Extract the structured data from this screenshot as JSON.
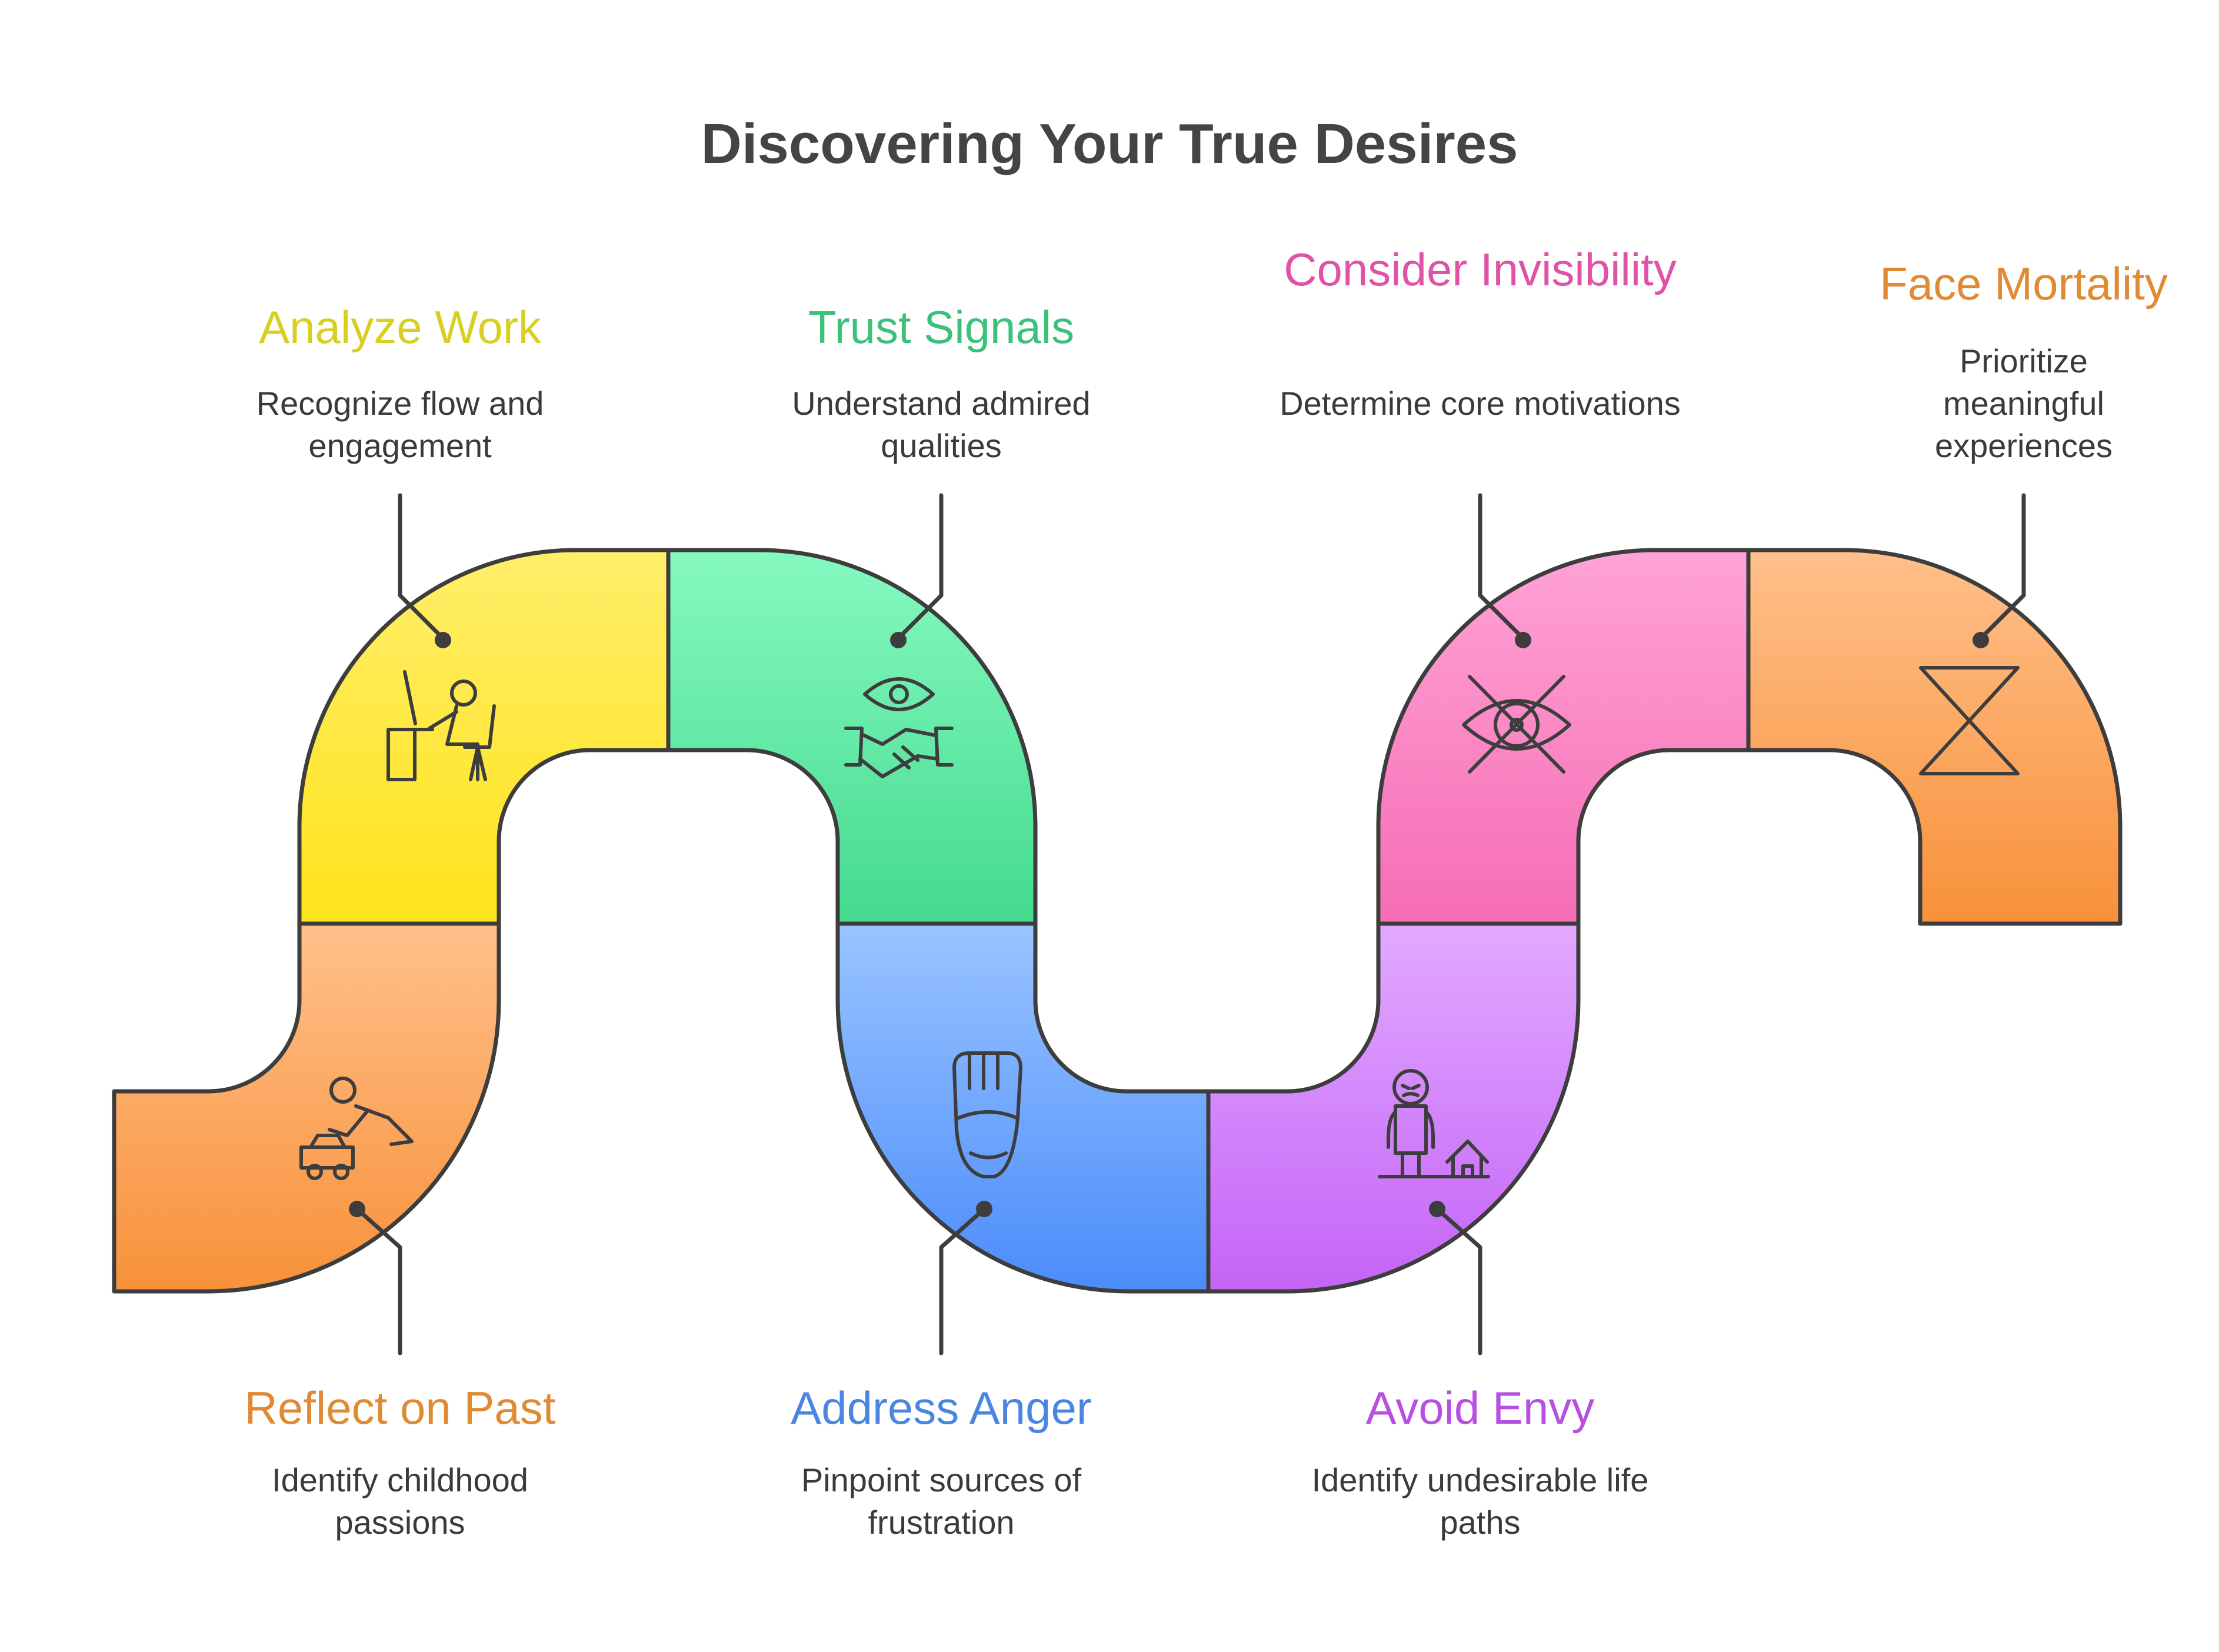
{
  "title": "Discovering Your True Desires",
  "steps": [
    {
      "id": "reflect-on-past",
      "title": "Reflect on Past",
      "description": "Identify childhood passions",
      "color": "#E08A33",
      "icon": "child-playing-icon"
    },
    {
      "id": "analyze-work",
      "title": "Analyze Work",
      "description": "Recognize flow and engagement",
      "color": "#D8CF21",
      "icon": "person-at-desk-icon"
    },
    {
      "id": "trust-signals",
      "title": "Trust Signals",
      "description": "Understand admired qualities",
      "color": "#3CC07A",
      "icon": "eye-handshake-icon"
    },
    {
      "id": "address-anger",
      "title": "Address Anger",
      "description": "Pinpoint sources of frustration",
      "color": "#4A86E0",
      "icon": "clenched-fist-icon"
    },
    {
      "id": "avoid-envy",
      "title": "Avoid Envy",
      "description": "Identify undesirable life paths",
      "color": "#B74FE3",
      "icon": "envious-person-icon"
    },
    {
      "id": "consider-invisibility",
      "title": "Consider Invisibility",
      "description": "Determine core motivations",
      "color": "#E052A6",
      "icon": "eye-slashed-icon"
    },
    {
      "id": "face-mortality",
      "title": "Face Mortality",
      "description": "Prioritize meaningful experiences",
      "color": "#E08A33",
      "icon": "hourglass-icon"
    }
  ]
}
